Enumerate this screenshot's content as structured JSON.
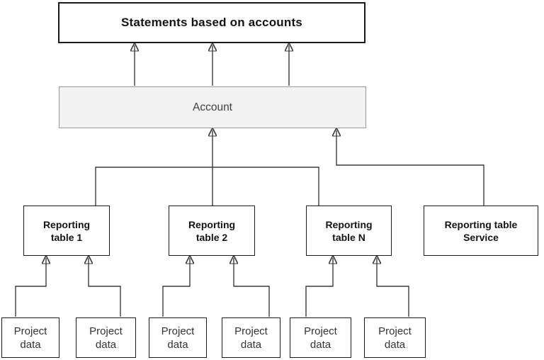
{
  "diagram": {
    "statements_box": {
      "label": "Statements based on accounts"
    },
    "account_box": {
      "label": "Account"
    },
    "reporting_tables": [
      {
        "label": "Reporting table 1"
      },
      {
        "label": "Reporting table 2"
      },
      {
        "label": "Reporting table N"
      },
      {
        "label": "Reporting table Service"
      }
    ],
    "project_data_boxes": [
      {
        "label": "Project data"
      },
      {
        "label": "Project data"
      },
      {
        "label": "Project data"
      },
      {
        "label": "Project data"
      },
      {
        "label": "Project data"
      },
      {
        "label": "Project data"
      }
    ],
    "colors": {
      "background": "#ffffff",
      "box_border": "#1a1a1a",
      "statements_border": "#1a1a1a",
      "account_fill": "#f2f2f2",
      "account_border": "#9a9a9a",
      "connector": "#3c3c3c",
      "arrowhead": "#111111"
    }
  }
}
